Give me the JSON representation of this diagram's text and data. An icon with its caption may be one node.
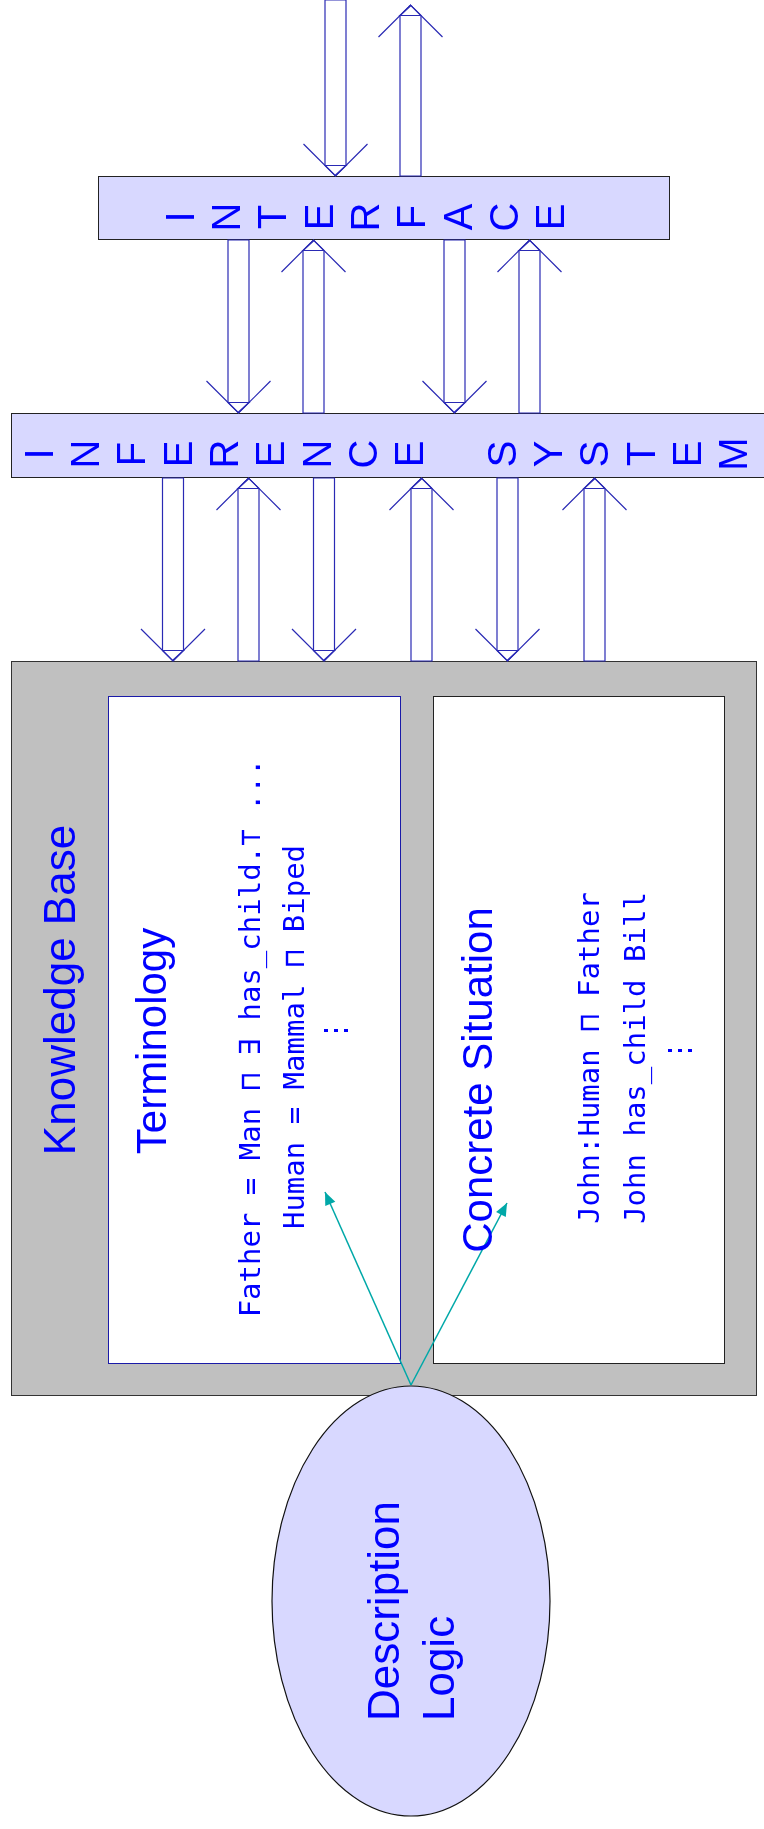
{
  "diagram": {
    "nodes": [
      {
        "text": [
          "INTERFACE"
        ]
      },
      {
        "text": [
          "INFERENCE SYSTEM"
        ]
      },
      {
        "text": [
          "Knowledge Base"
        ]
      },
      {
        "text": [
          "Terminology",
          "Father = Man ⊓ ∃ has_child.⊤ ...",
          "Human = Mammal ⊓ Biped",
          "⋮"
        ],
        "in": 2
      },
      {
        "text": [
          "Concrete Situation",
          "John:Human ⊓ Father",
          "John has_child Bill",
          "⋮"
        ],
        "in": 2
      },
      {
        "text": [
          "Description Logic"
        ]
      }
    ],
    "edges": [
      {
        "from": null,
        "to": 0,
        "arrow": "to"
      },
      {
        "from": 0,
        "to": null,
        "arrow": "to"
      },
      {
        "from": 0,
        "to": 1,
        "arrow": "to"
      },
      {
        "from": 1,
        "to": 0,
        "arrow": "to"
      },
      {
        "from": 0,
        "to": 1,
        "arrow": "to"
      },
      {
        "from": 1,
        "to": 0,
        "arrow": "to"
      },
      {
        "from": 1,
        "to": 2,
        "arrow": "to"
      },
      {
        "from": 2,
        "to": 1,
        "arrow": "to"
      },
      {
        "from": 1,
        "to": 2,
        "arrow": "to"
      },
      {
        "from": 2,
        "to": 1,
        "arrow": "to"
      },
      {
        "from": 1,
        "to": 2,
        "arrow": "to"
      },
      {
        "from": 2,
        "to": 1,
        "arrow": "to"
      },
      {
        "from": 5,
        "to": 3,
        "arrow": "to",
        "color": "#00a8a8"
      },
      {
        "from": 5,
        "to": 4,
        "arrow": "to",
        "color": "#00a8a8"
      }
    ]
  }
}
